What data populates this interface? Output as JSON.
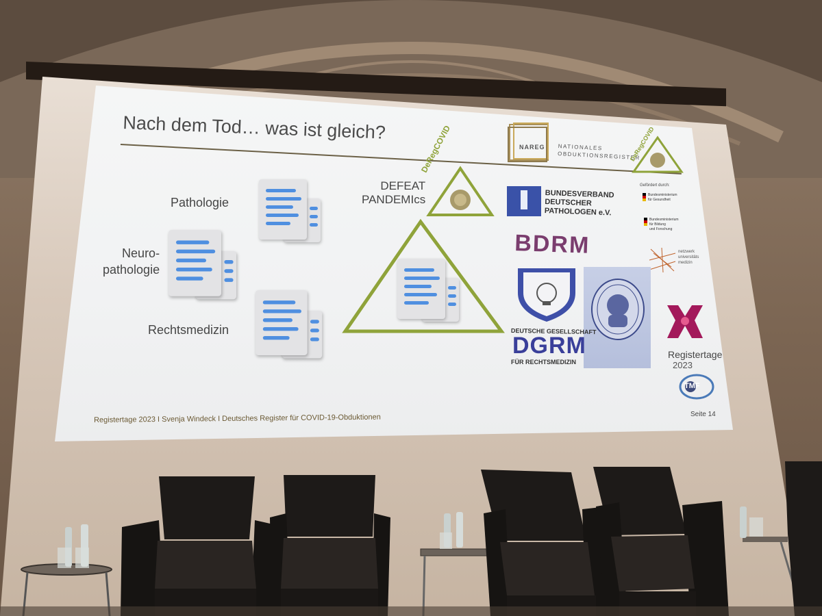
{
  "slide": {
    "title": "Nach dem Tod… was ist gleich?",
    "labels": {
      "pathologie": "Pathologie",
      "neuro_line1": "Neuro-",
      "neuro_line2": "pathologie",
      "rechtsmedizin": "Rechtsmedizin",
      "defeat_line1": "DEFEAT",
      "defeat_line2": "PANDEMIcs"
    },
    "logos": {
      "nareg": "NAREG",
      "nareg_line1": "NATIONALES",
      "nareg_line2": "OBDUKTIONSREGISTER",
      "deregcovid": "DeRegCOVID",
      "bdp_line1": "BUNDESVERBAND",
      "bdp_line2": "DEUTSCHER",
      "bdp_line3": "PATHOLOGEN e.V.",
      "bdrm": "BDRM",
      "dgrm_top": "DEUTSCHE GESELLSCHAFT",
      "dgrm_mid": "DGRM",
      "dgrm_bottom": "FÜR RECHTSMEDIZIN",
      "funded_by": "Gefördert durch:",
      "ministry1_line1": "Bundesministerium",
      "ministry1_line2": "für Gesundheit",
      "ministry2_line1": "Bundesministerium",
      "ministry2_line2": "für Bildung",
      "ministry2_line3": "und Forschung",
      "num_line1": "netzwerk",
      "num_line2": "universitäts",
      "num_line3": "medizin",
      "registertage": "Registertage",
      "registertage_year": "2023",
      "tmf": "TMF"
    },
    "footer": "Registertage 2023 I Svenja Windeck I Deutsches Register für COVID-19-Obduktionen",
    "page": "Seite 14"
  },
  "colors": {
    "triangle": "#8fa33a",
    "doc_lines": "#4f8fe0",
    "bdrm": "#7a3d6e",
    "dgrm": "#3a3f9a",
    "registertage": "#a3195b"
  }
}
